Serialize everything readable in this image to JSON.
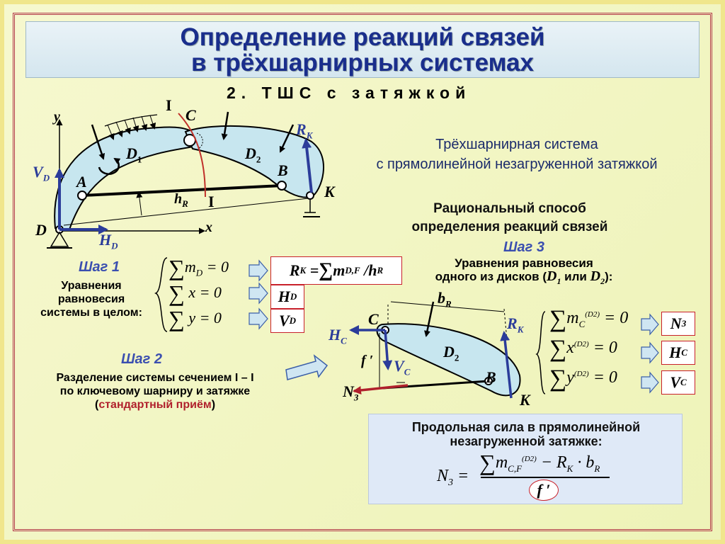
{
  "title_line1": "Определение реакций связей",
  "title_line2": "в трёхшарнирных системах",
  "subtitle": "2. ТШС с затяжкой",
  "description_line1": "Трёхшарнирная система",
  "description_line2": "с прямолинейной незагруженной затяжкой",
  "rational_line1": "Рациональный способ",
  "rational_line2": "определения реакций связей",
  "step1": {
    "title": "Шаг 1",
    "l1": "Уравнения",
    "l2": "равновесия",
    "l3": "системы в целом:"
  },
  "step2": {
    "title": "Шаг 2",
    "l1": "Разделение системы сечением I – I",
    "l2": "по ключевому шарниру и затяжке",
    "paren_open": "(",
    "l3": "стандартный приём",
    "paren_close": ")"
  },
  "step3": {
    "title": "Шаг 3",
    "l1": "Уравнения равновесия",
    "l2_prefix": "одного из дисков (",
    "d1": "D",
    "d1_sub": "1",
    "or": " или ",
    "d2": "D",
    "d2_sub": "2",
    "l2_suffix": "):"
  },
  "eq1": {
    "lhs": "∑m_D = 0",
    "result": "R_K = ∑m_D,F /h_R"
  },
  "eq2": {
    "lhs": "∑x = 0",
    "result": "H_D"
  },
  "eq3": {
    "lhs": "∑y = 0",
    "result": "V_D"
  },
  "eq4": {
    "lhs": "∑m_C^(D2) = 0",
    "result": "N_3"
  },
  "eq5": {
    "lhs": "∑x^(D2) = 0",
    "result": "H_C"
  },
  "eq6": {
    "lhs": "∑y^(D2) = 0",
    "result": "V_C"
  },
  "formula": {
    "title_line1": "Продольная сила в прямолинейной",
    "title_line2": "незагруженной затяжке:",
    "expr": "N_3 = (∑m_C,F^(D2) − R_K · b_R) / f′"
  },
  "labels": {
    "y": "y",
    "x": "x",
    "A": "A",
    "B": "B",
    "C": "C",
    "D": "D",
    "K": "K",
    "I_top": "I",
    "I_bot": "I",
    "D1": "D",
    "D1_sub": "1",
    "D2": "D",
    "D2_sub": "2",
    "RK": "R",
    "RK_sub": "K",
    "VD": "V",
    "VD_sub": "D",
    "HD": "H",
    "HD_sub": "D",
    "hR": "h",
    "hR_sub": "R",
    "C2": "C",
    "B2": "B",
    "K2": "K",
    "D2b": "D",
    "D2b_sub": "2",
    "HC": "H",
    "HC_sub": "C",
    "VC": "V",
    "VC_sub": "C",
    "N3": "N",
    "N3_sub": "3",
    "RK2": "R",
    "RK2_sub": "K",
    "bR": "b",
    "bR_sub": "R",
    "fprime": "f ′"
  },
  "colors": {
    "title": "#1a2e8c",
    "disk": "#c7e6ef",
    "arrow_blue": "#2b3c9a",
    "arrow_red": "#b0202c",
    "section": "#c0302a",
    "box_border": "#c8202a"
  }
}
